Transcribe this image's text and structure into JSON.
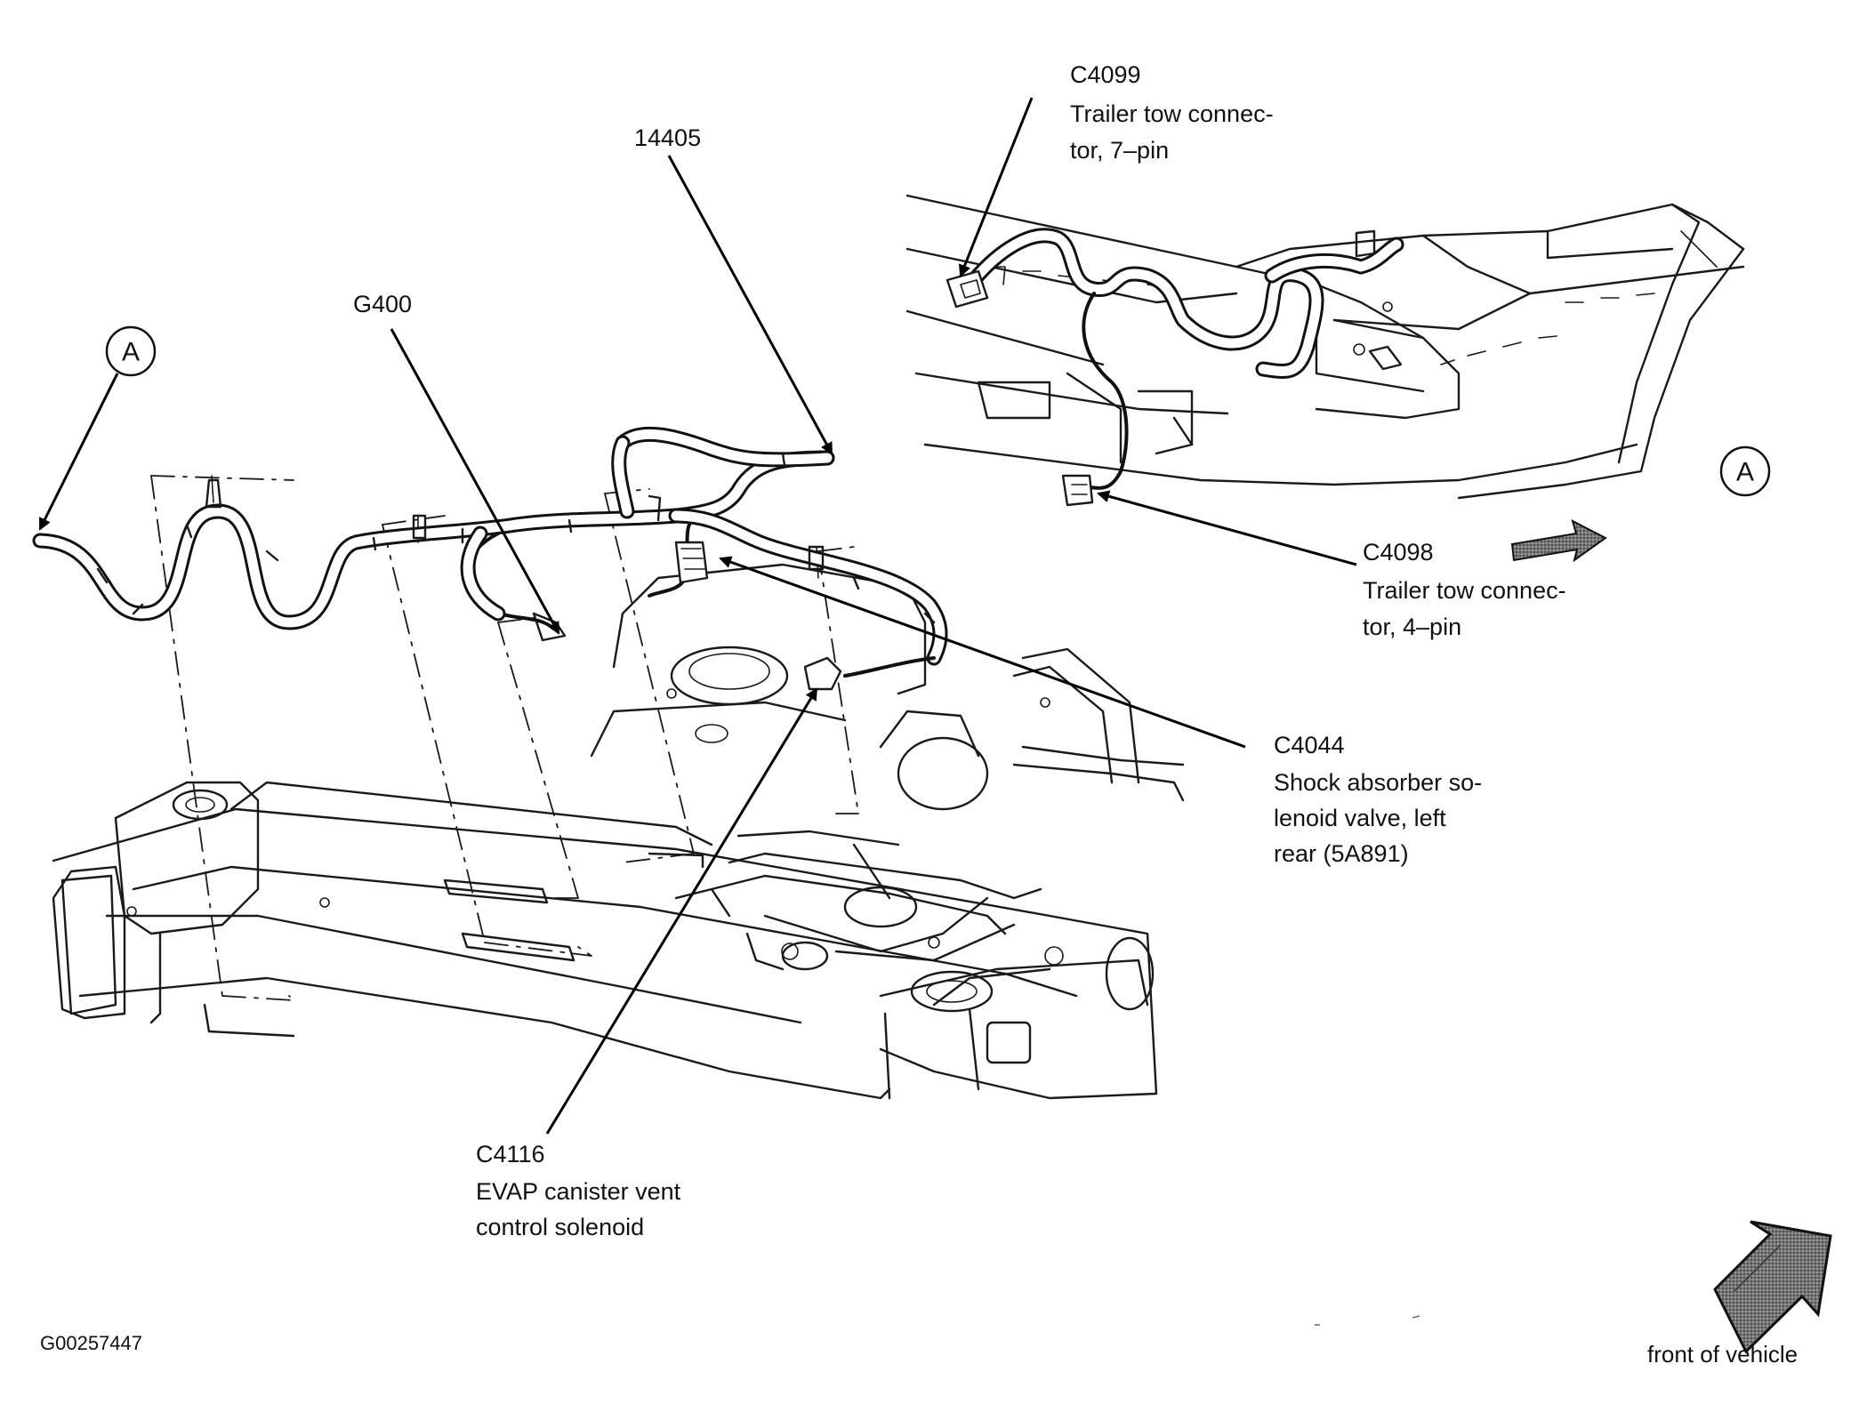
{
  "labels": {
    "l14405": "14405",
    "g400": "G400",
    "c4099_id": "C4099",
    "c4099_desc1": "Trailer tow connec-",
    "c4099_desc2": "tor, 7–pin",
    "c4098_id": "C4098",
    "c4098_desc1": "Trailer tow connec-",
    "c4098_desc2": "tor, 4–pin",
    "c4044_id": "C4044",
    "c4044_desc1": "Shock absorber so-",
    "c4044_desc2": "lenoid valve, left",
    "c4044_desc3": "rear (5A891)",
    "c4116_id": "C4116",
    "c4116_desc1": "EVAP canister vent",
    "c4116_desc2": "control solenoid",
    "figure_id": "G00257447",
    "front_of_vehicle": "front of vehicle"
  },
  "callouts": {
    "left_badge": "A",
    "right_badge": "A"
  },
  "icons": {
    "direction_arrow": "arrow-right-icon",
    "front_arrow": "arrow-up-right-icon"
  }
}
